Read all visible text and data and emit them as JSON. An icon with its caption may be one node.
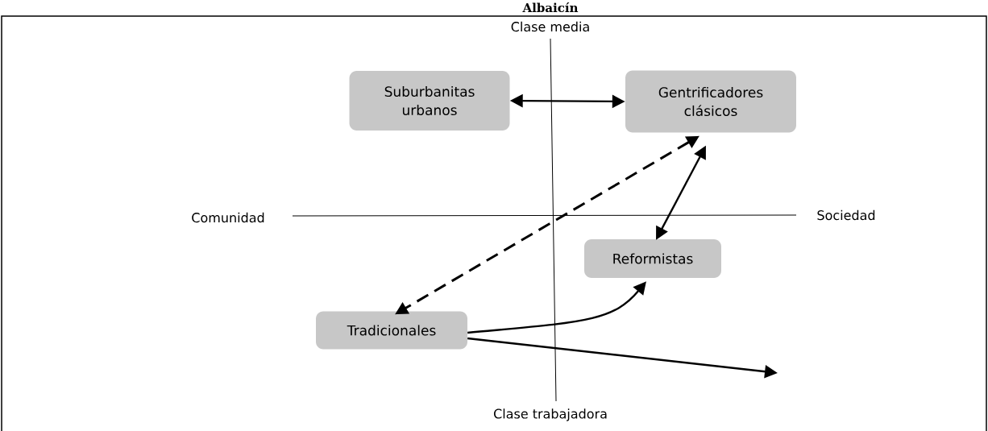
{
  "diagram": {
    "title": "Albaicín",
    "nodes": [
      {
        "text": [
          "Suburbanitas urbanos"
        ]
      },
      {
        "text": [
          "Gentrificadores clásicos"
        ]
      },
      {
        "text": [
          "Reformistas"
        ]
      },
      {
        "text": [
          "Tradicionales"
        ]
      }
    ],
    "edges": [
      {
        "from": 0,
        "to": 1,
        "arrow": "both"
      },
      {
        "from": 1,
        "to": 3,
        "arrow": "both",
        "style": "dashed"
      },
      {
        "from": 1,
        "to": 2,
        "arrow": "both"
      },
      {
        "from": 3,
        "to": 2,
        "arrow": "to"
      },
      {
        "from": 3,
        "to": null,
        "arrow": "to"
      }
    ],
    "labels": [
      "Clase media",
      "Comunidad",
      "Sociedad",
      "Clase trabajadora"
    ]
  }
}
